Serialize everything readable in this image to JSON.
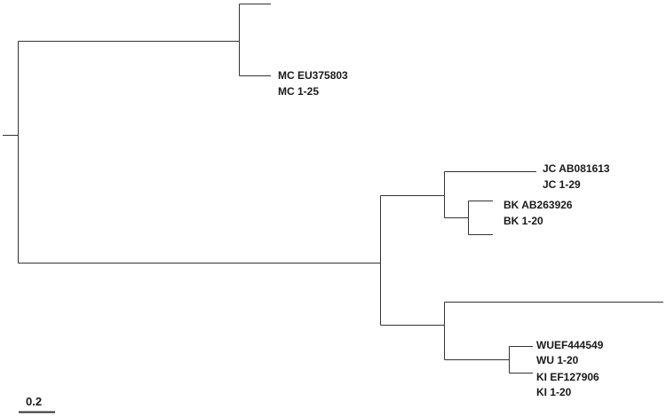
{
  "tree": {
    "leaves": [
      "MC EU375803",
      "MC 1-25",
      "JC AB081613",
      "JC 1-29",
      "BK AB263926",
      "BK 1-20",
      "WUEF444549",
      "WU 1-20",
      "KI EF127906",
      "KI 1-20"
    ],
    "scale_bar": "0.2",
    "line_color": "#333333"
  }
}
